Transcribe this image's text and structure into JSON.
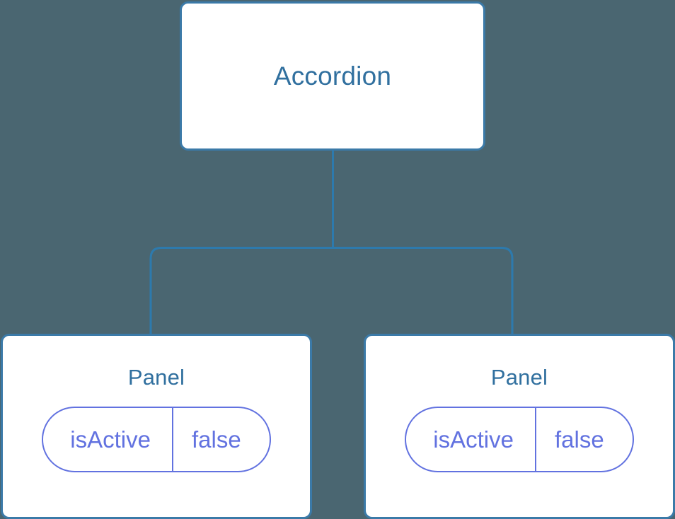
{
  "diagram": {
    "type": "component-tree",
    "background_color": "#4a6671",
    "node_border_color": "#3b7aa8",
    "node_title_color": "#31709f",
    "prop_color": "#6272e0",
    "connector_color": "#2d7aad",
    "root": {
      "title": "Accordion"
    },
    "children": [
      {
        "title": "Panel",
        "props": [
          {
            "key": "isActive",
            "value": "false"
          }
        ]
      },
      {
        "title": "Panel",
        "props": [
          {
            "key": "isActive",
            "value": "false"
          }
        ]
      }
    ]
  }
}
